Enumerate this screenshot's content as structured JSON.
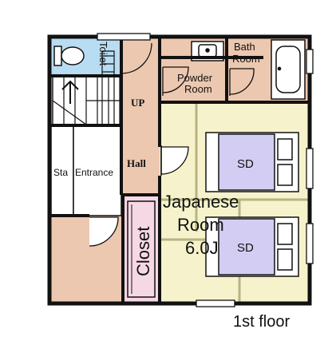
{
  "labels": {
    "toilet": "Toilet",
    "bath_line1": "Bath",
    "bath_line2": "Room",
    "powder_line1": "Powder",
    "powder_line2": "Room",
    "up": "UP",
    "hall": "Hall",
    "sta": "Sta",
    "entrance": "Entrance",
    "closet": "Closet",
    "japanese_line1": "Japanese",
    "japanese_line2": "Room",
    "japanese_size": "6.0J",
    "sd_top": "SD",
    "sd_bottom": "SD"
  },
  "caption": "1st floor",
  "colors": {
    "wood_floor": "#ecc8b0",
    "tatami": "#f6f3cc",
    "tile": "#b8dcf2",
    "closet": "#f6d8e4",
    "bed": "#d4cdf3",
    "wall": "#111111"
  }
}
